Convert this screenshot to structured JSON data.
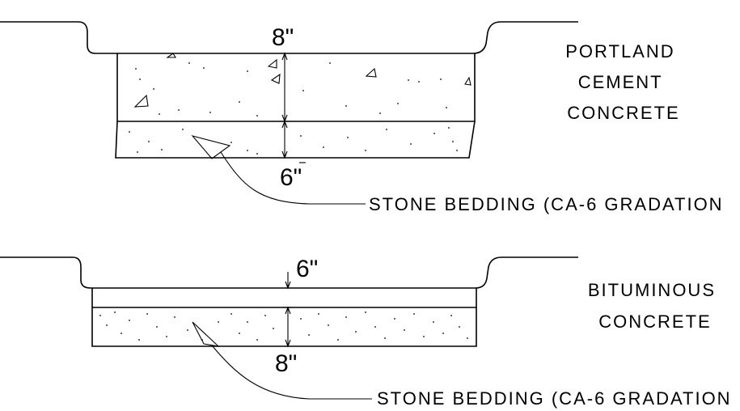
{
  "upper_section": {
    "top_dimension": "8\"",
    "bottom_dimension": "6\"",
    "material_label_lines": [
      "PORTLAND",
      "CEMENT",
      "CONCRETE"
    ],
    "bedding_callout": "STONE BEDDING (CA-6 GRADATION"
  },
  "lower_section": {
    "top_dimension": "6\"",
    "bottom_dimension": "8\"",
    "material_label_lines": [
      "BITUMINOUS",
      "CONCRETE"
    ],
    "bedding_callout": "STONE BEDDING (CA-6 GRADATION"
  },
  "colors": {
    "line": "#000000",
    "background": "#ffffff"
  }
}
